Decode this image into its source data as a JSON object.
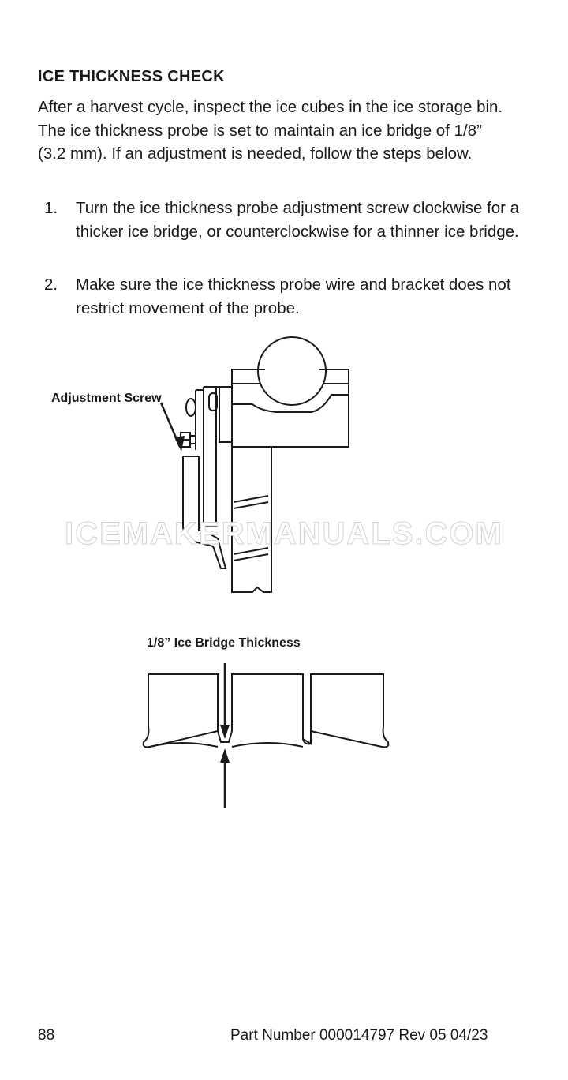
{
  "section": {
    "heading": "ICE THICKNESS CHECK",
    "intro": "After a harvest cycle, inspect the ice cubes in the ice storage bin. The ice thickness probe is set to maintain an ice bridge of 1/8” (3.2 mm). If an adjustment is needed, follow the steps below."
  },
  "steps": [
    {
      "num": "1.",
      "text": "Turn the ice thickness probe adjustment screw clockwise for a thicker ice bridge, or counterclockwise for a thinner ice bridge."
    },
    {
      "num": "2.",
      "text": "Make sure the ice thickness probe wire and bracket does not restrict movement of the probe."
    }
  ],
  "figure_probe": {
    "label": "Adjustment Screw",
    "watermark": "ICEMAKERMANUALS.COM"
  },
  "figure_bridge": {
    "label": "1/8” Ice Bridge Thickness"
  },
  "footer": {
    "page": "88",
    "part_number": "Part Number 000014797 Rev 05 04/23"
  }
}
